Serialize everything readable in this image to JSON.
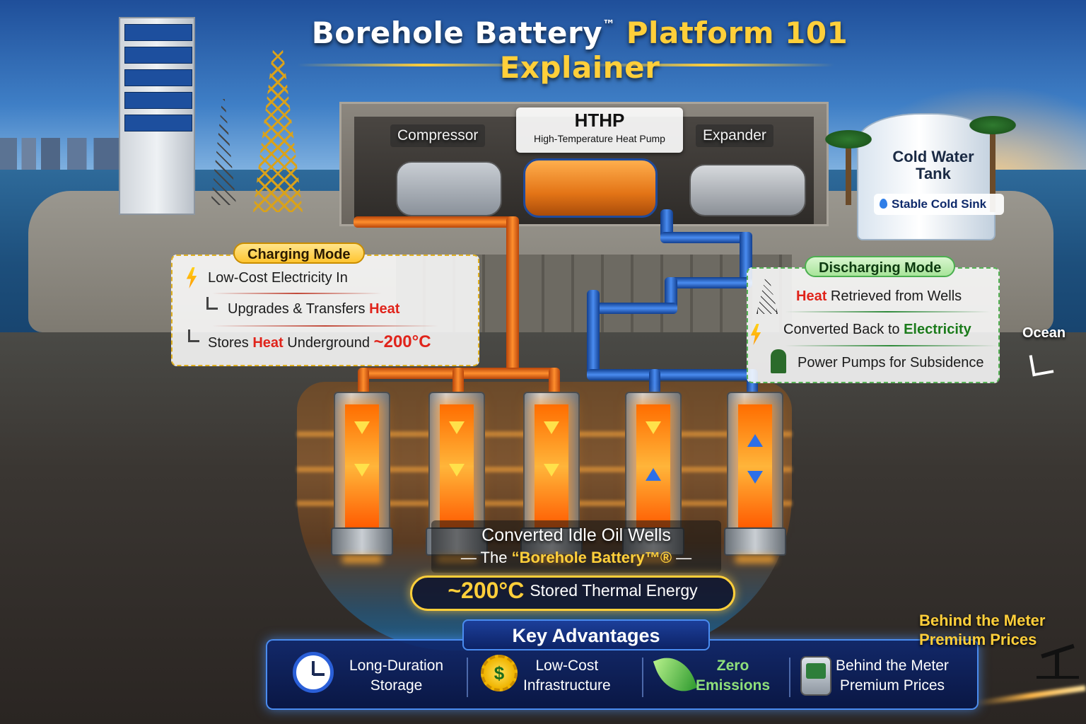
{
  "header": {
    "title_part1": "Borehole Battery",
    "title_tm": "™",
    "title_part2": "Platform 101 Explainer"
  },
  "facility": {
    "compressor_label": "Compressor",
    "hthp_title": "HTHP",
    "hthp_subtitle": "High-Temperature Heat Pump",
    "expander_label": "Expander",
    "tank_label_line1": "Cold Water",
    "tank_label_line2": "Tank",
    "tank_badge": "Stable Cold Sink"
  },
  "charging": {
    "mode_label": "Charging Mode",
    "step1": "Low-Cost Electricity In",
    "step2_prefix": "Upgrades & Transfers ",
    "step2_heat": "Heat",
    "step3_prefix": "Stores ",
    "step3_heat": "Heat",
    "step3_suffix": " Underground ",
    "step3_temp": "~200°C"
  },
  "discharging": {
    "mode_label": "Discharging Mode",
    "step1_heat": "Heat",
    "step1_suffix": " Retrieved from Wells",
    "step2_prefix": "Converted Back to ",
    "step2_elec": "Electricity",
    "step3": "Power Pumps for Subsidence"
  },
  "ocean_label": "Ocean",
  "wells": {
    "caption_line1": "Converted Idle Oil Wells",
    "caption_line2_prefix": "— The ",
    "caption_line2_gold": "“Borehole Battery™®",
    "caption_line2_suffix": " —",
    "stored_temp": "~200°C",
    "stored_text": "Stored Thermal Energy"
  },
  "advantages": {
    "title": "Key Advantages",
    "items": [
      {
        "line1": "Long-Duration",
        "line2": "Storage",
        "icon": "clock-icon"
      },
      {
        "line1": "Low-Cost",
        "line2": "Infrastructure",
        "icon": "dollar-gear-icon"
      },
      {
        "line1": "Zero",
        "line2": "Emissions",
        "icon": "leaf-icon"
      },
      {
        "line1": "Behind the Meter",
        "line2": "Premium Prices",
        "icon": "meter-icon"
      }
    ]
  },
  "corner_label": {
    "line1": "Behind the Meter",
    "line2": "Premium Prices"
  },
  "colors": {
    "gold": "#ffcf3a",
    "heat_red": "#e0241b",
    "pipe_hot": "#ff8f2e",
    "pipe_cold": "#4a8cf0",
    "advantage_bar": "#10286e"
  }
}
